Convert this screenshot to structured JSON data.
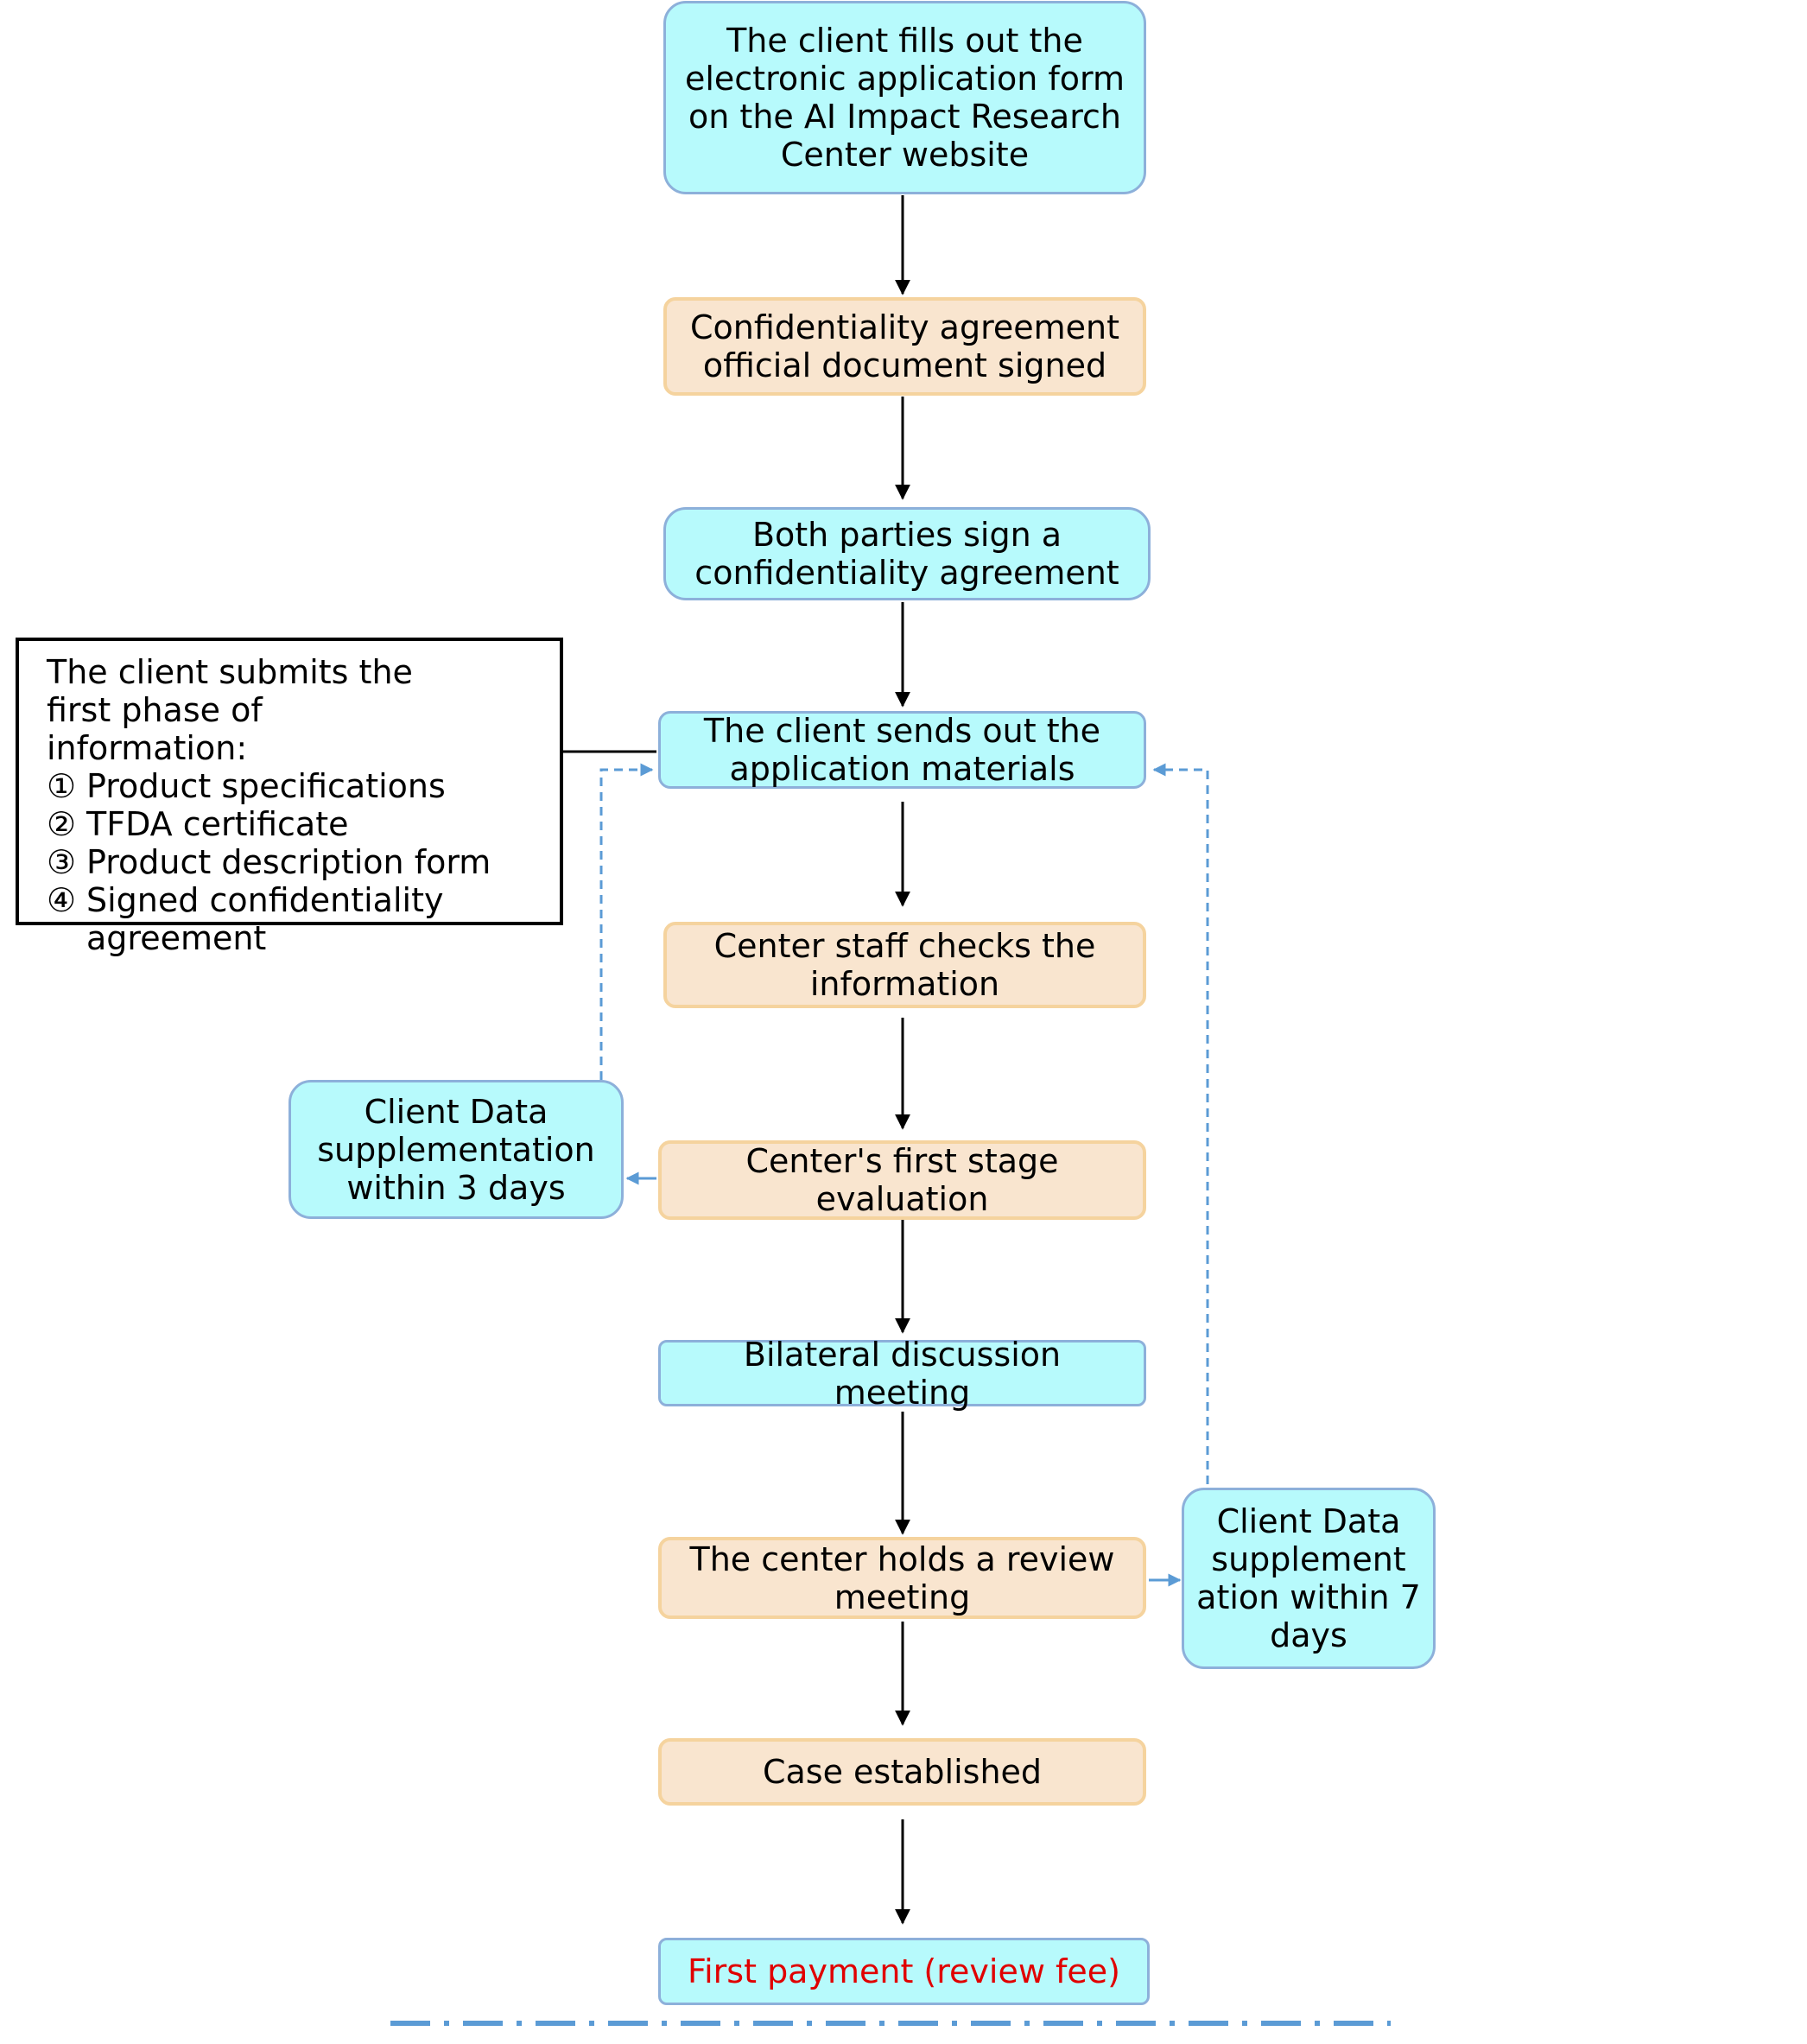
{
  "colors": {
    "process_fill": "#b7fafc",
    "process_border": "#8db0da",
    "review_fill": "#f9e5cf",
    "review_border": "#f5d39e",
    "arrow": "#000000",
    "feedback_arrow": "#5b9bd5",
    "highlight_text": "#e00000"
  },
  "steps": {
    "application_form": "The client fills out the electronic application form on the AI Impact Research Center website",
    "nda_document": "Confidentiality agreement official document signed",
    "both_sign": "Both parties sign a confidentiality agreement",
    "send_materials": "The client sends out the application materials",
    "staff_check": "Center staff checks the information",
    "first_stage_eval": "Center's first stage evaluation",
    "bilateral_meeting": "Bilateral discussion meeting",
    "review_meeting": "The center holds a review meeting",
    "case_established": "Case established",
    "first_payment": "First payment (review fee)"
  },
  "supplements": {
    "three_days": "Client Data supplementation within 3 days",
    "seven_days": "Client Data supplement ation within 7 days"
  },
  "submission_note": {
    "heading": "The client submits the first phase of information:",
    "items": [
      {
        "marker": "①",
        "text": "Product specifications"
      },
      {
        "marker": "②",
        "text": "TFDA certificate"
      },
      {
        "marker": "③",
        "text": "Product description form"
      },
      {
        "marker": "④",
        "text": "Signed confidentiality agreement"
      }
    ]
  }
}
